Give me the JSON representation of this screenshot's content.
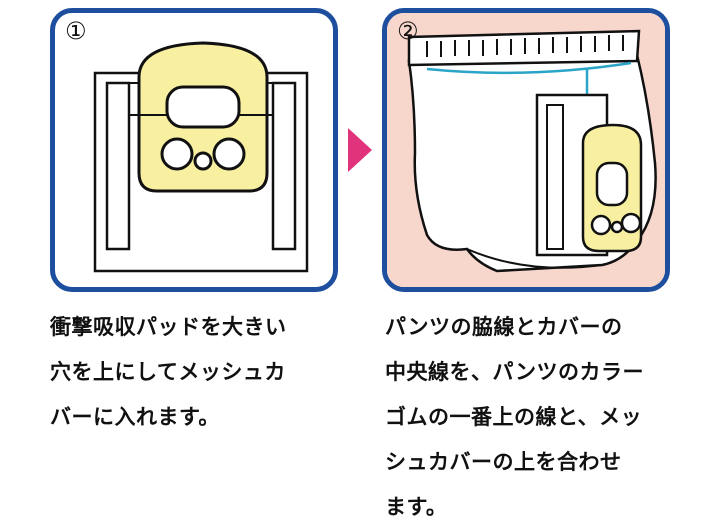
{
  "steps": [
    {
      "number": "①",
      "caption_lines": [
        "衝撃吸収パッドを大きい",
        "穴を上にしてメッシュカ",
        "バーに入れます。"
      ]
    },
    {
      "number": "②",
      "caption_lines": [
        "パンツの脇線とカバーの",
        "中央線を、パンツのカラー",
        "ゴムの一番上の線と、メッ",
        "シュカバーの上を合わせ",
        "ます。"
      ]
    }
  ],
  "colors": {
    "frame": "#1d4f9e",
    "arrow": "#e0337b",
    "pad_fill": "#f8f0a0",
    "skin": "#f7d6cc",
    "guide_line": "#2aa5c8"
  },
  "icons": {
    "arrow": "right-triangle-arrow",
    "pad": "impact-absorbing-pad"
  }
}
